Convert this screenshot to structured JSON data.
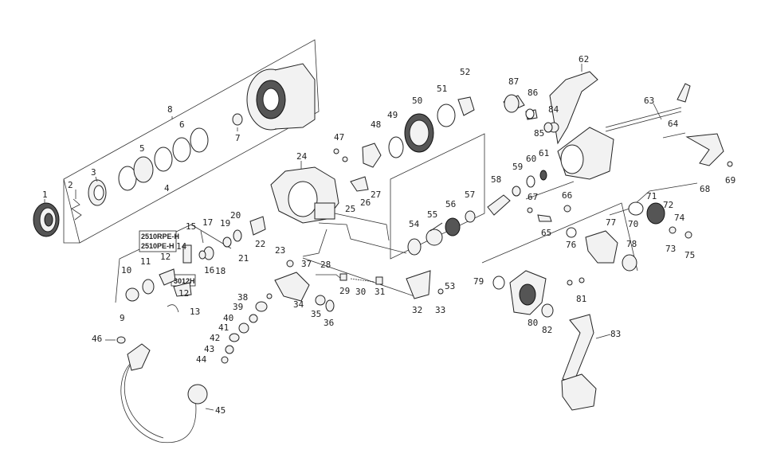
{
  "callouts": [
    {
      "id": "1",
      "text": "1"
    },
    {
      "id": "2",
      "text": "2"
    },
    {
      "id": "3",
      "text": "3"
    },
    {
      "id": "4",
      "text": "4"
    },
    {
      "id": "5",
      "text": "5"
    },
    {
      "id": "6",
      "text": "6"
    },
    {
      "id": "7",
      "text": "7"
    },
    {
      "id": "8",
      "text": "8"
    },
    {
      "id": "9",
      "text": "9"
    },
    {
      "id": "10",
      "text": "10"
    },
    {
      "id": "11",
      "text": "11"
    },
    {
      "id": "12a",
      "text": "12"
    },
    {
      "id": "12b",
      "text": "12"
    },
    {
      "id": "13",
      "text": "13"
    },
    {
      "id": "14",
      "text": "14"
    },
    {
      "id": "15",
      "text": "15"
    },
    {
      "id": "16",
      "text": "16"
    },
    {
      "id": "17",
      "text": "17"
    },
    {
      "id": "18",
      "text": "18"
    },
    {
      "id": "19",
      "text": "19"
    },
    {
      "id": "20",
      "text": "20"
    },
    {
      "id": "21",
      "text": "21"
    },
    {
      "id": "22",
      "text": "22"
    },
    {
      "id": "23",
      "text": "23"
    },
    {
      "id": "24",
      "text": "24"
    },
    {
      "id": "25",
      "text": "25"
    },
    {
      "id": "26",
      "text": "26"
    },
    {
      "id": "27",
      "text": "27"
    },
    {
      "id": "28",
      "text": "28"
    },
    {
      "id": "29",
      "text": "29"
    },
    {
      "id": "30",
      "text": "30"
    },
    {
      "id": "31",
      "text": "31"
    },
    {
      "id": "32",
      "text": "32"
    },
    {
      "id": "33",
      "text": "33"
    },
    {
      "id": "34",
      "text": "34"
    },
    {
      "id": "35",
      "text": "35"
    },
    {
      "id": "36",
      "text": "36"
    },
    {
      "id": "37",
      "text": "37"
    },
    {
      "id": "38",
      "text": "38"
    },
    {
      "id": "39",
      "text": "39"
    },
    {
      "id": "40",
      "text": "40"
    },
    {
      "id": "41",
      "text": "41"
    },
    {
      "id": "42",
      "text": "42"
    },
    {
      "id": "43",
      "text": "43"
    },
    {
      "id": "44",
      "text": "44"
    },
    {
      "id": "45",
      "text": "45"
    },
    {
      "id": "46",
      "text": "46"
    },
    {
      "id": "47",
      "text": "47"
    },
    {
      "id": "48",
      "text": "48"
    },
    {
      "id": "49",
      "text": "49"
    },
    {
      "id": "50",
      "text": "50"
    },
    {
      "id": "51",
      "text": "51"
    },
    {
      "id": "52",
      "text": "52"
    },
    {
      "id": "53",
      "text": "53"
    },
    {
      "id": "54",
      "text": "54"
    },
    {
      "id": "55",
      "text": "55"
    },
    {
      "id": "56",
      "text": "56"
    },
    {
      "id": "57",
      "text": "57"
    },
    {
      "id": "58",
      "text": "58"
    },
    {
      "id": "59",
      "text": "59"
    },
    {
      "id": "60",
      "text": "60"
    },
    {
      "id": "61",
      "text": "61"
    },
    {
      "id": "62",
      "text": "62"
    },
    {
      "id": "63",
      "text": "63"
    },
    {
      "id": "64",
      "text": "64"
    },
    {
      "id": "65",
      "text": "65"
    },
    {
      "id": "66",
      "text": "66"
    },
    {
      "id": "67",
      "text": "67"
    },
    {
      "id": "68",
      "text": "68"
    },
    {
      "id": "69",
      "text": "69"
    },
    {
      "id": "70",
      "text": "70"
    },
    {
      "id": "71",
      "text": "71"
    },
    {
      "id": "72",
      "text": "72"
    },
    {
      "id": "73",
      "text": "73"
    },
    {
      "id": "74",
      "text": "74"
    },
    {
      "id": "75",
      "text": "75"
    },
    {
      "id": "76",
      "text": "76"
    },
    {
      "id": "77",
      "text": "77"
    },
    {
      "id": "78",
      "text": "78"
    },
    {
      "id": "79",
      "text": "79"
    },
    {
      "id": "80",
      "text": "80"
    },
    {
      "id": "81",
      "text": "81"
    },
    {
      "id": "82",
      "text": "82"
    },
    {
      "id": "83",
      "text": "83"
    },
    {
      "id": "84",
      "text": "84"
    },
    {
      "id": "85",
      "text": "85"
    },
    {
      "id": "86",
      "text": "86"
    },
    {
      "id": "87",
      "text": "87"
    }
  ],
  "model_box": {
    "line1": "2510RPE-H",
    "line2": "2510PE-H"
  },
  "model_tag": "3012H"
}
